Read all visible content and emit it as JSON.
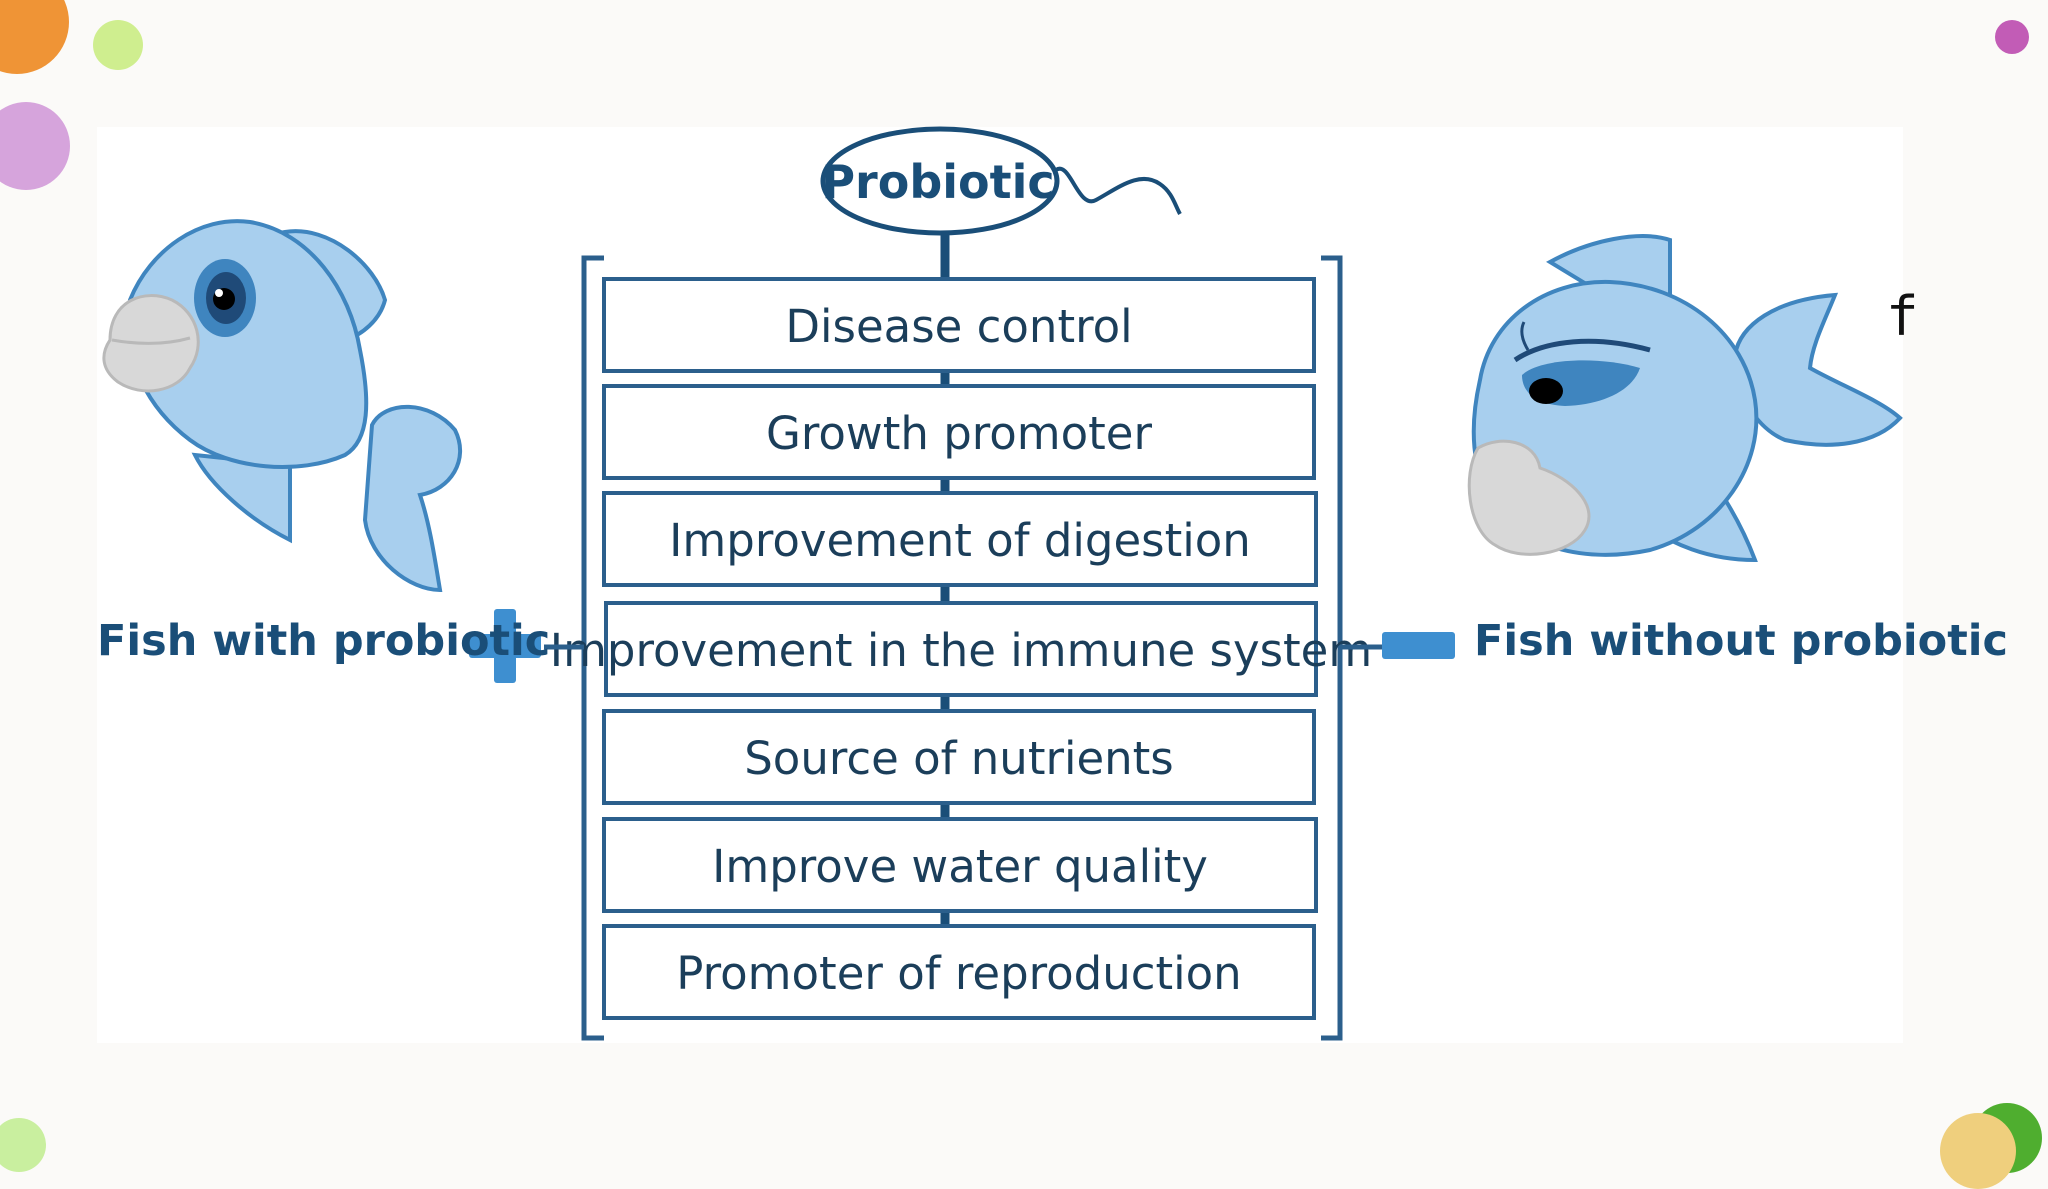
{
  "diagram": {
    "title": "Probiotic",
    "items": [
      "Disease control",
      "Growth promoter",
      "Improvement of digestion",
      "Improvement in the immune system",
      "Source of nutrients",
      "Improve water quality",
      "Promoter of reproduction"
    ],
    "left_label": "Fish with probiotic",
    "right_label": "Fish without probiotic",
    "stray_glyph": "f"
  },
  "colors": {
    "box_border": "#2b5f8c",
    "text": "#1b3e5a",
    "label": "#1a4e78",
    "fish_body": "#a8cfee",
    "fish_outline": "#3f85bf",
    "plus_minus": "#3e8fd0",
    "dot_orange": "#ef9436",
    "dot_lime": "#cfee8f",
    "dot_pink": "#d6a4dc",
    "dot_magenta": "#c25cb6",
    "dot_lightgreen": "#c9ef9f",
    "dot_yellow": "#efcf7d",
    "dot_green": "#4fae2f"
  }
}
